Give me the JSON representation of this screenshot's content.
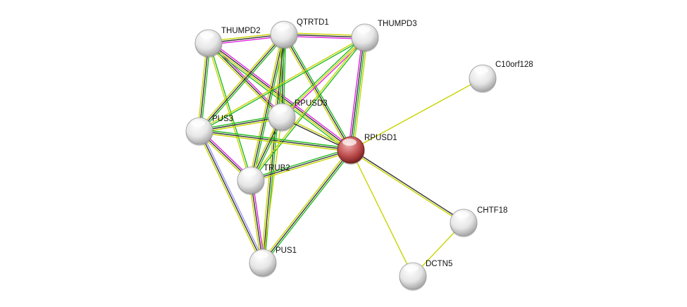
{
  "colors": {
    "textmining": "#c8d400",
    "coexpression": "#333333",
    "experiments": "#e020e0",
    "database": "#22bb22",
    "homology": "#9999ff",
    "query_node": "#c04848",
    "node": "#e8e8e8"
  },
  "nodes": [
    {
      "id": "THUMPD2",
      "label": "THUMPD2"
    },
    {
      "id": "QTRTD1",
      "label": "QTRTD1"
    },
    {
      "id": "THUMPD3",
      "label": "THUMPD3"
    },
    {
      "id": "C10orf128",
      "label": "C10orf128"
    },
    {
      "id": "RPUSD3",
      "label": "RPUSD3"
    },
    {
      "id": "PUS3",
      "label": "PUS3"
    },
    {
      "id": "RPUSD1",
      "label": "RPUSD1",
      "query": true
    },
    {
      "id": "TRUB2",
      "label": "TRUB2"
    },
    {
      "id": "CHTF18",
      "label": "CHTF18"
    },
    {
      "id": "PUS1",
      "label": "PUS1"
    },
    {
      "id": "DCTN5",
      "label": "DCTN5"
    }
  ],
  "edges": [
    [
      "THUMPD2",
      "QTRTD1",
      [
        "textmining",
        "coexpression",
        "experiments"
      ]
    ],
    [
      "QTRTD1",
      "THUMPD3",
      [
        "textmining",
        "coexpression",
        "experiments"
      ]
    ],
    [
      "THUMPD2",
      "PUS3",
      [
        "database",
        "coexpression",
        "textmining"
      ]
    ],
    [
      "THUMPD2",
      "RPUSD3",
      [
        "experiments",
        "coexpression",
        "textmining"
      ]
    ],
    [
      "THUMPD2",
      "RPUSD1",
      [
        "experiments",
        "coexpression",
        "textmining",
        "database"
      ]
    ],
    [
      "THUMPD2",
      "TRUB2",
      [
        "database",
        "textmining"
      ]
    ],
    [
      "QTRTD1",
      "PUS3",
      [
        "database",
        "coexpression",
        "textmining"
      ]
    ],
    [
      "QTRTD1",
      "RPUSD3",
      [
        "database",
        "coexpression",
        "textmining"
      ]
    ],
    [
      "QTRTD1",
      "RPUSD1",
      [
        "database",
        "coexpression",
        "textmining"
      ]
    ],
    [
      "QTRTD1",
      "TRUB2",
      [
        "database",
        "coexpression",
        "textmining"
      ]
    ],
    [
      "QTRTD1",
      "PUS1",
      [
        "database",
        "coexpression",
        "textmining"
      ]
    ],
    [
      "THUMPD3",
      "PUS3",
      [
        "database",
        "textmining"
      ]
    ],
    [
      "THUMPD3",
      "RPUSD3",
      [
        "experiments",
        "textmining",
        "database"
      ]
    ],
    [
      "THUMPD3",
      "RPUSD1",
      [
        "textmining",
        "database",
        "coexpression",
        "experiments"
      ]
    ],
    [
      "THUMPD3",
      "TRUB2",
      [
        "database",
        "textmining"
      ]
    ],
    [
      "PUS3",
      "RPUSD3",
      [
        "database",
        "coexpression",
        "textmining"
      ]
    ],
    [
      "PUS3",
      "RPUSD1",
      [
        "database",
        "coexpression",
        "textmining"
      ]
    ],
    [
      "PUS3",
      "TRUB2",
      [
        "experiments",
        "coexpression",
        "textmining"
      ]
    ],
    [
      "PUS3",
      "PUS1",
      [
        "homology",
        "coexpression",
        "textmining"
      ]
    ],
    [
      "RPUSD3",
      "TRUB2",
      [
        "database",
        "coexpression",
        "textmining"
      ]
    ],
    [
      "RPUSD3",
      "PUS1",
      [
        "textmining"
      ]
    ],
    [
      "RPUSD3",
      "RPUSD1",
      [
        "textmining",
        "coexpression"
      ]
    ],
    [
      "TRUB2",
      "RPUSD1",
      [
        "database",
        "coexpression",
        "textmining"
      ]
    ],
    [
      "TRUB2",
      "PUS1",
      [
        "experiments",
        "coexpression",
        "textmining"
      ]
    ],
    [
      "RPUSD1",
      "PUS1",
      [
        "database",
        "coexpression",
        "textmining"
      ]
    ],
    [
      "RPUSD1",
      "C10orf128",
      [
        "textmining"
      ]
    ],
    [
      "RPUSD1",
      "CHTF18",
      [
        "coexpression",
        "textmining"
      ]
    ],
    [
      "RPUSD1",
      "DCTN5",
      [
        "textmining"
      ]
    ],
    [
      "CHTF18",
      "DCTN5",
      [
        "textmining"
      ]
    ]
  ]
}
